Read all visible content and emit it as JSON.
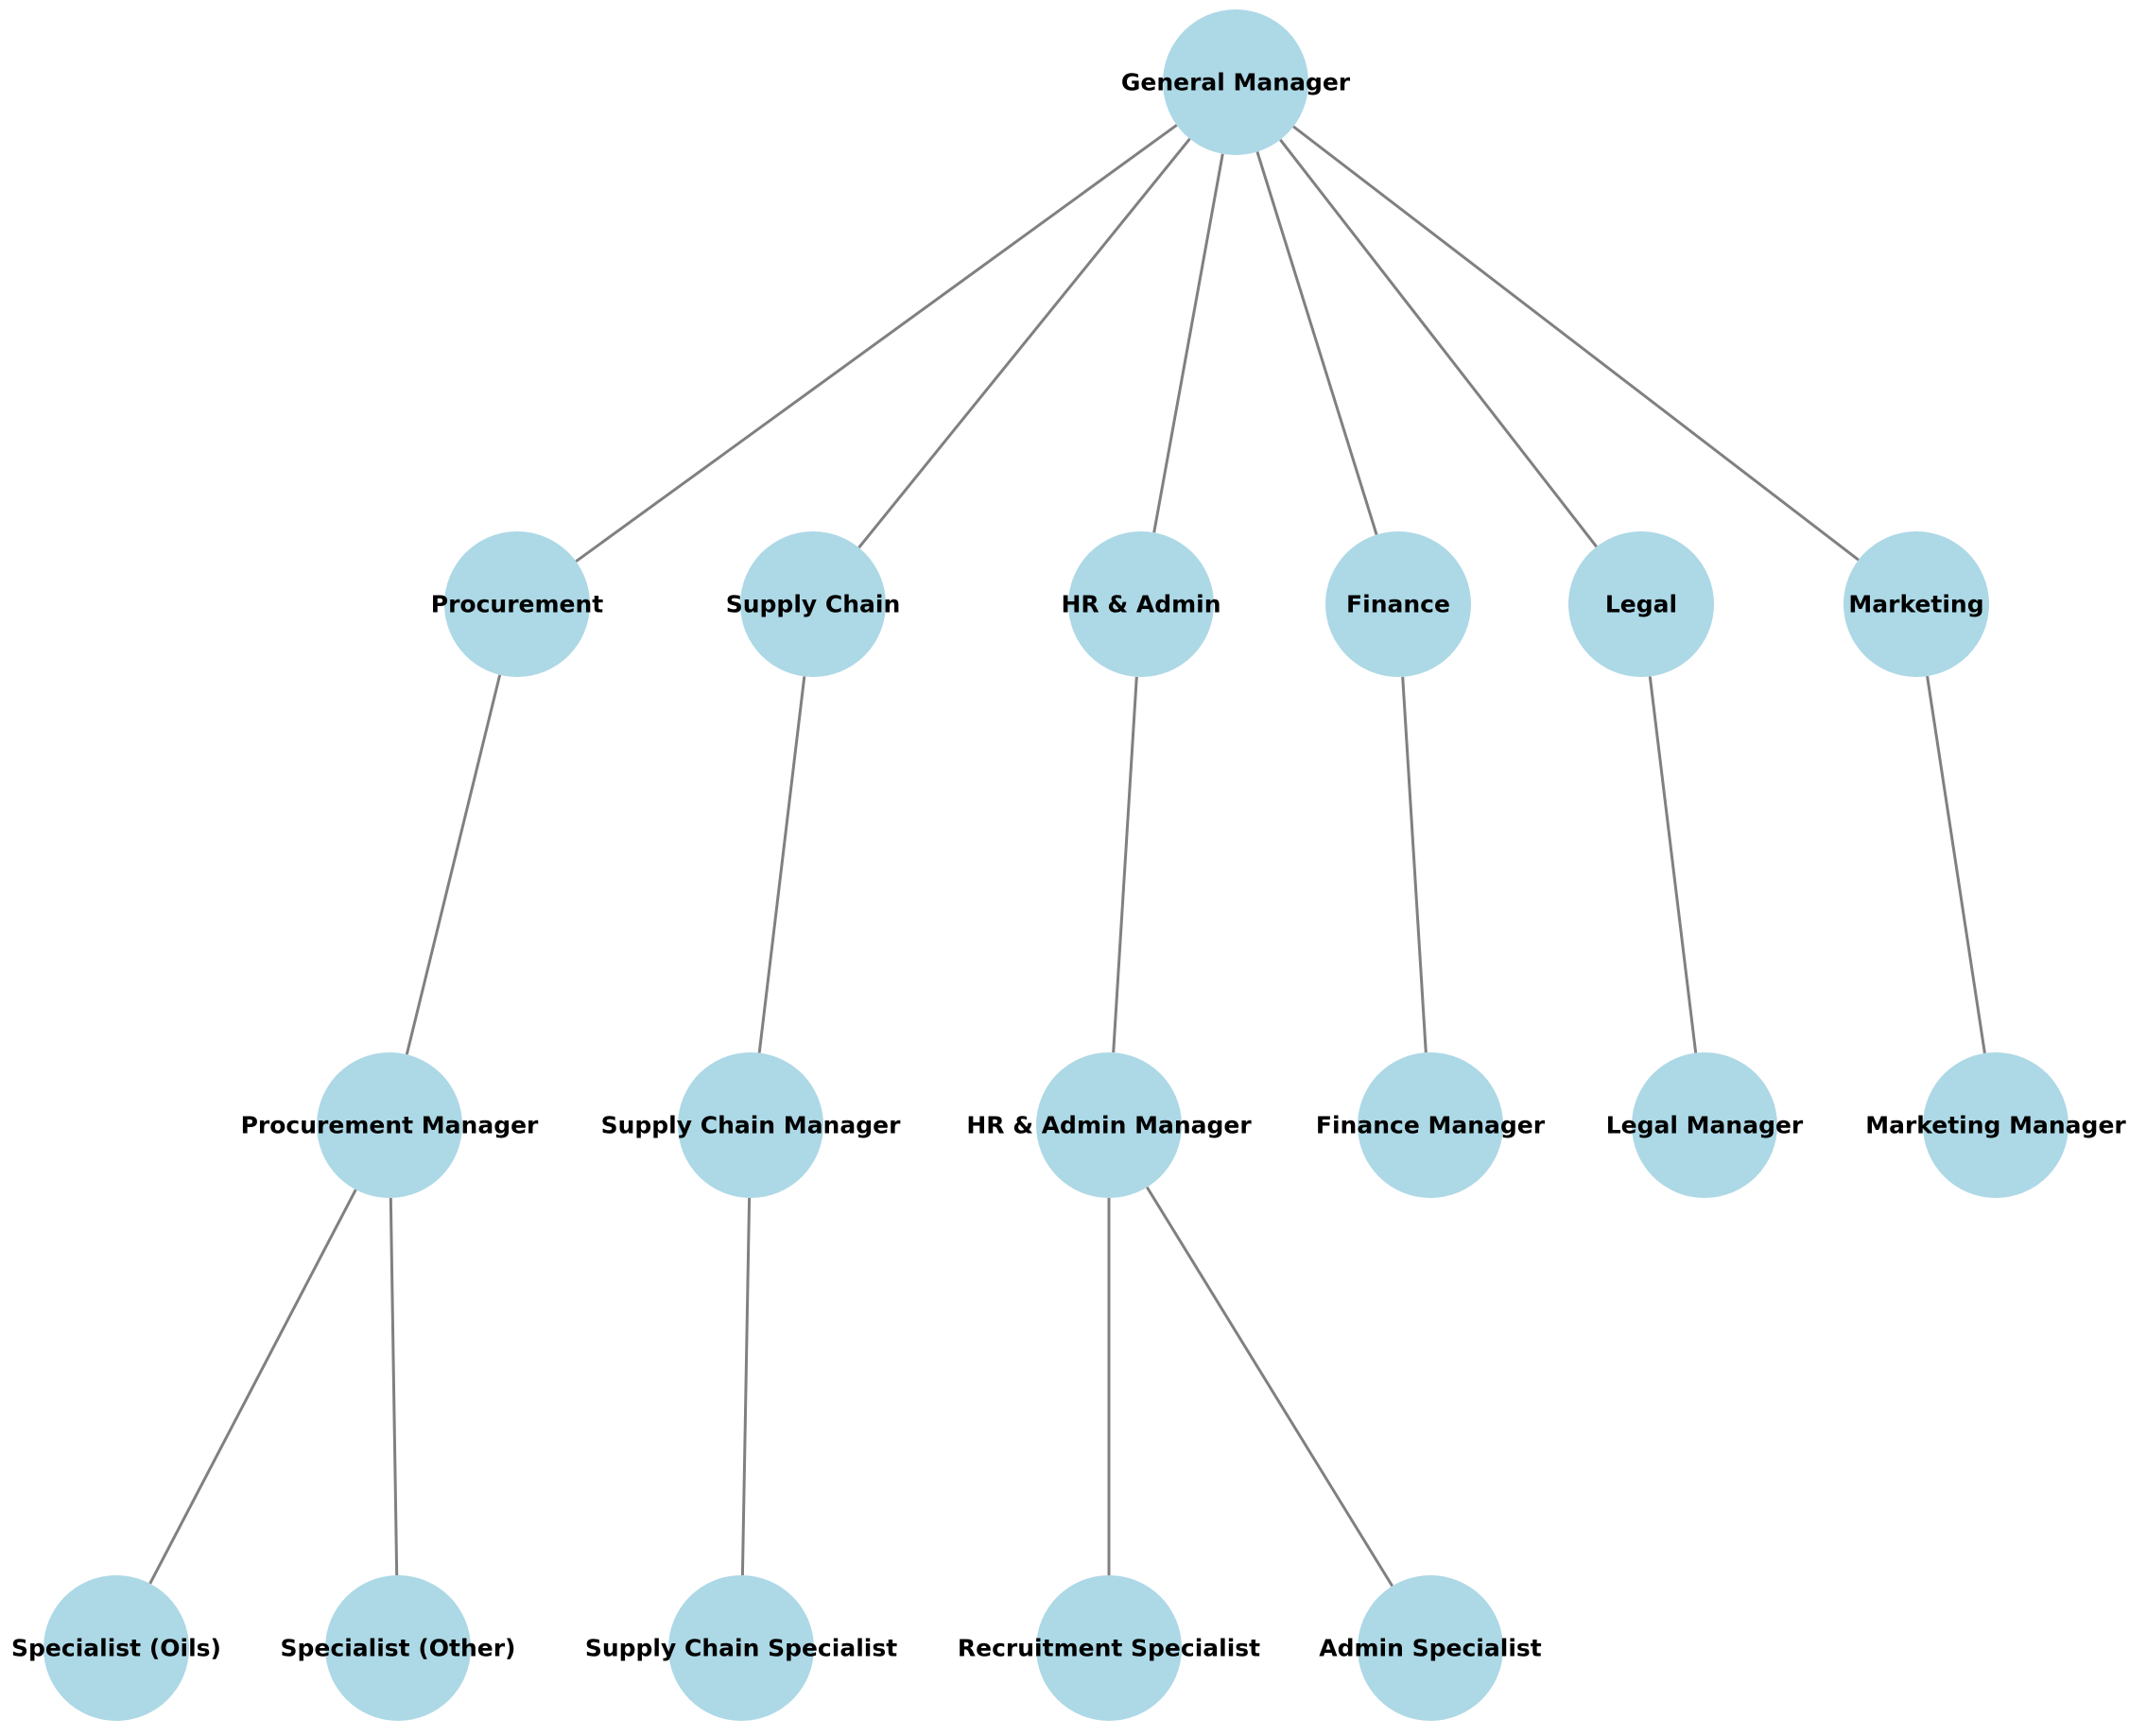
{
  "diagram": {
    "type": "org-chart-tree",
    "colors": {
      "node_fill": "#add8e6",
      "edge": "#808080",
      "label": "#000000",
      "background": "#ffffff"
    },
    "nodes": [
      {
        "id": "gm",
        "label": "General Manager"
      },
      {
        "id": "procurement",
        "label": "Procurement"
      },
      {
        "id": "supply_chain",
        "label": "Supply Chain"
      },
      {
        "id": "hr_admin",
        "label": "HR & Admin"
      },
      {
        "id": "finance",
        "label": "Finance"
      },
      {
        "id": "legal",
        "label": "Legal"
      },
      {
        "id": "marketing",
        "label": "Marketing"
      },
      {
        "id": "procurement_manager",
        "label": "Procurement Manager"
      },
      {
        "id": "supply_chain_manager",
        "label": "Supply Chain Manager"
      },
      {
        "id": "hr_admin_manager",
        "label": "HR & Admin Manager"
      },
      {
        "id": "finance_manager",
        "label": "Finance Manager"
      },
      {
        "id": "legal_manager",
        "label": "Legal Manager"
      },
      {
        "id": "marketing_manager",
        "label": "Marketing Manager"
      },
      {
        "id": "specialist_oils",
        "label": "Specialist (Oils)"
      },
      {
        "id": "specialist_other",
        "label": "Specialist (Other)"
      },
      {
        "id": "supply_chain_specialist",
        "label": "Supply Chain Specialist"
      },
      {
        "id": "recruitment_specialist",
        "label": "Recruitment Specialist"
      },
      {
        "id": "admin_specialist",
        "label": "Admin Specialist"
      }
    ],
    "edges": [
      {
        "from": "gm",
        "to": "procurement"
      },
      {
        "from": "gm",
        "to": "supply_chain"
      },
      {
        "from": "gm",
        "to": "hr_admin"
      },
      {
        "from": "gm",
        "to": "finance"
      },
      {
        "from": "gm",
        "to": "legal"
      },
      {
        "from": "gm",
        "to": "marketing"
      },
      {
        "from": "procurement",
        "to": "procurement_manager"
      },
      {
        "from": "supply_chain",
        "to": "supply_chain_manager"
      },
      {
        "from": "hr_admin",
        "to": "hr_admin_manager"
      },
      {
        "from": "finance",
        "to": "finance_manager"
      },
      {
        "from": "legal",
        "to": "legal_manager"
      },
      {
        "from": "marketing",
        "to": "marketing_manager"
      },
      {
        "from": "procurement_manager",
        "to": "specialist_oils"
      },
      {
        "from": "procurement_manager",
        "to": "specialist_other"
      },
      {
        "from": "supply_chain_manager",
        "to": "supply_chain_specialist"
      },
      {
        "from": "hr_admin_manager",
        "to": "recruitment_specialist"
      },
      {
        "from": "hr_admin_manager",
        "to": "admin_specialist"
      }
    ]
  }
}
